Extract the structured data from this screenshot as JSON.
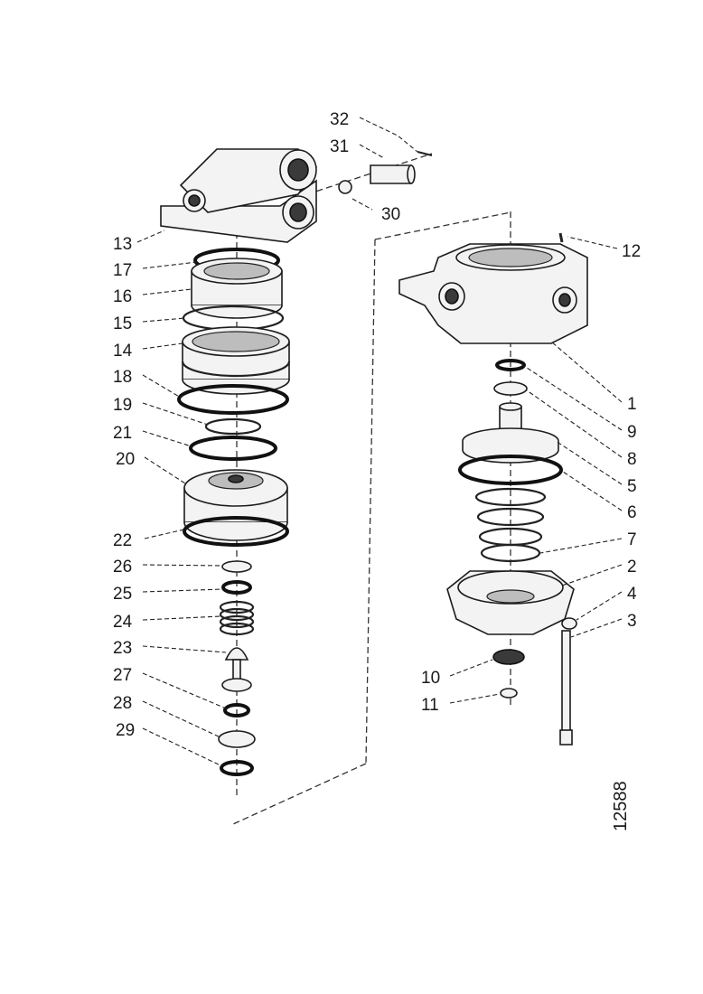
{
  "drawing_number": "12588",
  "callouts": {
    "c1": "1",
    "c2": "2",
    "c3": "3",
    "c4": "4",
    "c5": "5",
    "c6": "6",
    "c7": "7",
    "c8": "8",
    "c9": "9",
    "c10": "10",
    "c11": "11",
    "c12": "12",
    "c13": "13",
    "c14": "14",
    "c15": "15",
    "c16": "16",
    "c17": "17",
    "c18": "18",
    "c19": "19",
    "c20": "20",
    "c21": "21",
    "c22": "22",
    "c23": "23",
    "c24": "24",
    "c25": "25",
    "c26": "26",
    "c27": "27",
    "c28": "28",
    "c29": "29",
    "c30": "30",
    "c31": "31",
    "c32": "32"
  }
}
